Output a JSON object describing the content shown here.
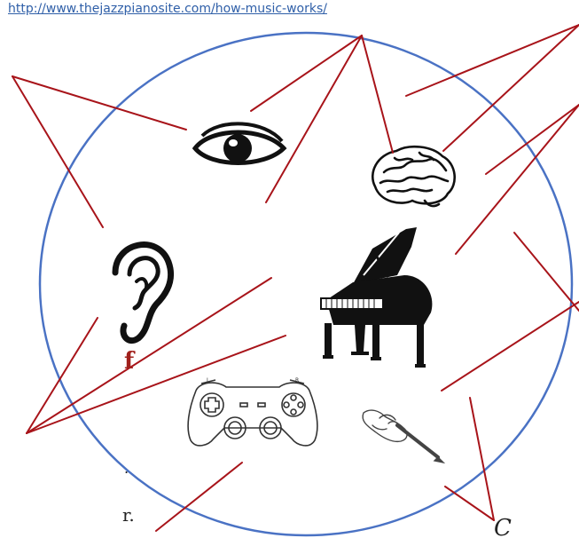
{
  "source_url": "http://www.thejazzpianosite.com/how-music-works/",
  "fragments": {
    "bold_f": "f",
    "dot": ".",
    "r_dot": "r.",
    "c_italic": "C"
  },
  "colors": {
    "circle_stroke": "#4a72c4",
    "line": "#a8141a",
    "link": "#2f5fa8",
    "icon": "#111111"
  },
  "icons": [
    "eye-icon",
    "brain-icon",
    "ear-icon",
    "grand-piano-icon",
    "game-controller-icon",
    "hand-writing-icon"
  ]
}
